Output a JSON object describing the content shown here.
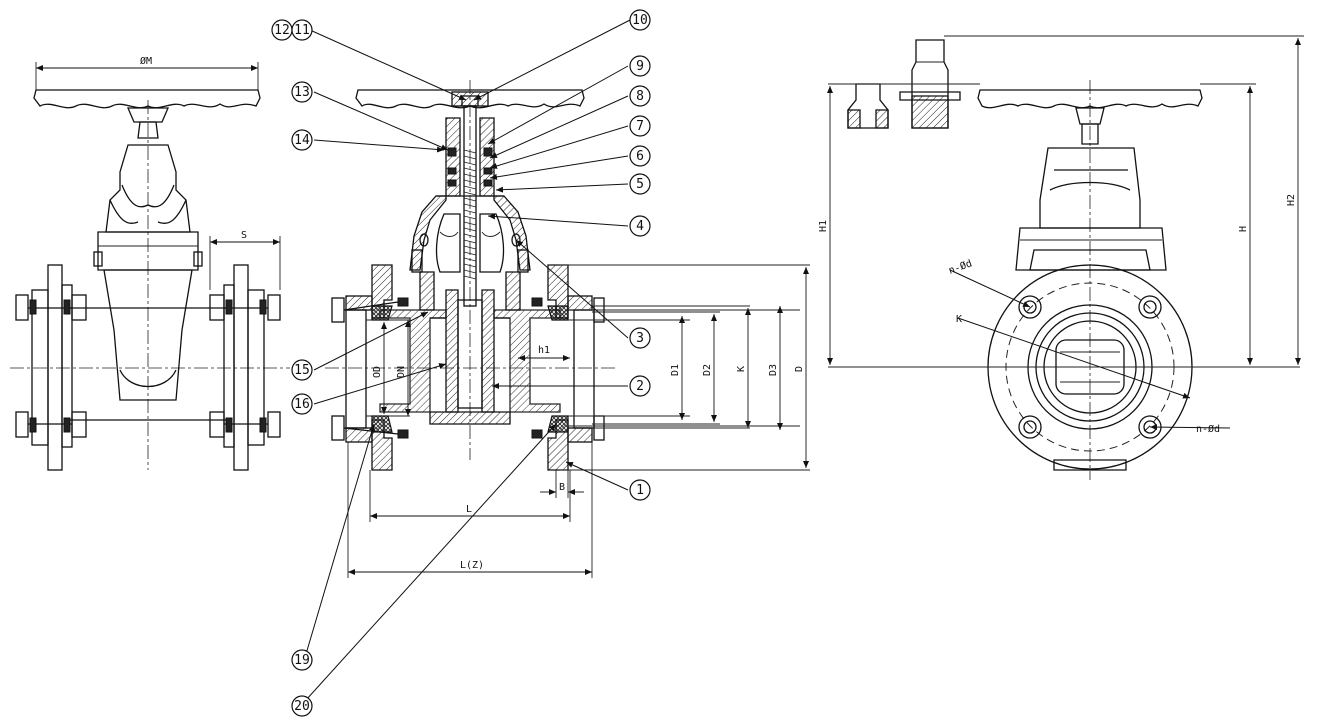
{
  "callouts": [
    "1",
    "2",
    "3",
    "4",
    "5",
    "6",
    "7",
    "8",
    "9",
    "10",
    "11",
    "12",
    "13",
    "14",
    "15",
    "16",
    "19",
    "20"
  ],
  "dimensions": {
    "handwheel_dia": "ØM",
    "s": "S",
    "od": "OD",
    "dn": "DN",
    "h1_small": "h1",
    "d1": "D1",
    "d2": "D2",
    "k": "K",
    "d3": "D3",
    "d": "D",
    "b": "B",
    "l": "L",
    "lz": "L(Z)",
    "h1": "H1",
    "h": "H",
    "h2": "H2",
    "bolt_holes_a": "n-Ød",
    "pcd_k": "K",
    "bolt_holes_b": "n-Ød"
  }
}
